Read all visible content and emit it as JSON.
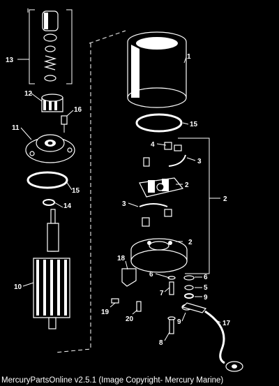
{
  "diagram": {
    "callouts": {
      "c1": "1",
      "c2a": "2",
      "c2b": "2",
      "c2c": "2",
      "c3a": "3",
      "c3b": "3",
      "c4": "4",
      "c5": "5",
      "c6a": "6",
      "c6b": "6",
      "c7": "7",
      "c8": "8",
      "c9a": "9",
      "c9b": "9",
      "c10": "10",
      "c11": "11",
      "c12": "12",
      "c13": "13",
      "c14": "14",
      "c15a": "15",
      "c15b": "15",
      "c16": "16",
      "c17": "17",
      "c18": "18",
      "c19": "19",
      "c20": "20"
    }
  },
  "footer": {
    "caption": "MercuryPartsOnline v2.5.1 (Image Copyright- Mercury Marine)"
  }
}
